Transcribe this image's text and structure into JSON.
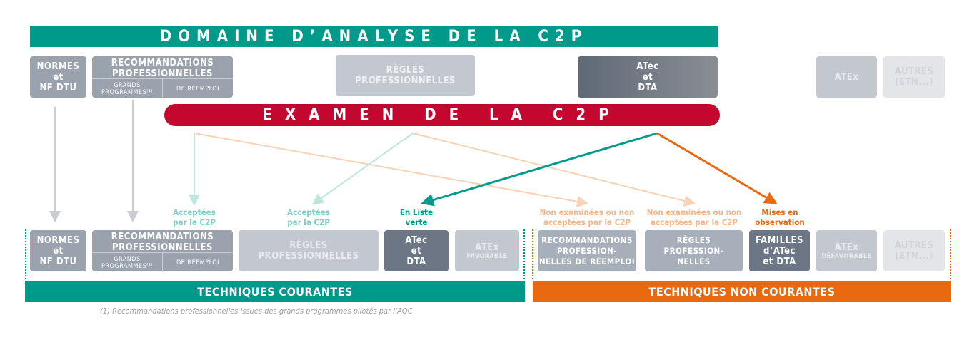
{
  "title": "DOMAINE D’ANALYSE DE LA C2P",
  "exam": "EXAMEN DE LA C2P",
  "top": {
    "normes": [
      "NORMES",
      "et",
      "NF DTU"
    ],
    "reco": {
      "title": [
        "RECOMMANDATIONS",
        "PROFESSIONNELLES"
      ],
      "left": [
        "GRANDS",
        "PROGRAMMES⁽¹⁾"
      ],
      "right": "DE RÉEMPLOI"
    },
    "regles": [
      "RÈGLES",
      "PROFESSIONNELLES"
    ],
    "atec": [
      "ATec",
      "et",
      "DTA"
    ],
    "atex": "ATEx",
    "autres": [
      "AUTRES",
      "(ETN...)"
    ]
  },
  "labels": {
    "acc1": [
      "Acceptées",
      "par la C2P"
    ],
    "acc2": [
      "Acceptées",
      "par la C2P"
    ],
    "liste": [
      "En Liste",
      "verte"
    ],
    "non1": [
      "Non examinées ou non",
      "acceptées par la C2P"
    ],
    "non2": [
      "Non examinées ou non",
      "acceptées par la C2P"
    ],
    "obs": [
      "Mises en",
      "observation"
    ]
  },
  "bottom": {
    "normes": [
      "NORMES",
      "et",
      "NF DTU"
    ],
    "reco": {
      "title": [
        "RECOMMANDATIONS",
        "PROFESSIONNELLES"
      ],
      "left": [
        "GRANDS",
        "PROGRAMMES⁽¹⁾"
      ],
      "right": "DE RÉEMPLOI"
    },
    "regles": [
      "RÈGLES",
      "PROFESSIONNELLES"
    ],
    "atec": [
      "ATec",
      "et",
      "DTA"
    ],
    "atex_fav": [
      "ATEx",
      "FAVORABLE"
    ],
    "reco_reemploi": [
      "RECOMMANDATIONS",
      "PROFESSION-",
      "NELLES DE RÉEMPLOI"
    ],
    "regles_nc": [
      "RÈGLES",
      "PROFESSION-",
      "NELLES"
    ],
    "familles": [
      "FAMILLES",
      "d’ATec",
      "et DTA"
    ],
    "atex_def": [
      "ATEx",
      "DÉFAVORABLE"
    ],
    "autres": [
      "AUTRES",
      "(ETN...)"
    ]
  },
  "courantes": "TECHNIQUES COURANTES",
  "non_courantes": "TECHNIQUES NON COURANTES",
  "footnote": "(1) Recommandations professionnelles issues des grands programmes pilotés par l’AQC",
  "colors": {
    "teal": "#009a8a",
    "red": "#c4072f",
    "orange": "#e8690f"
  }
}
